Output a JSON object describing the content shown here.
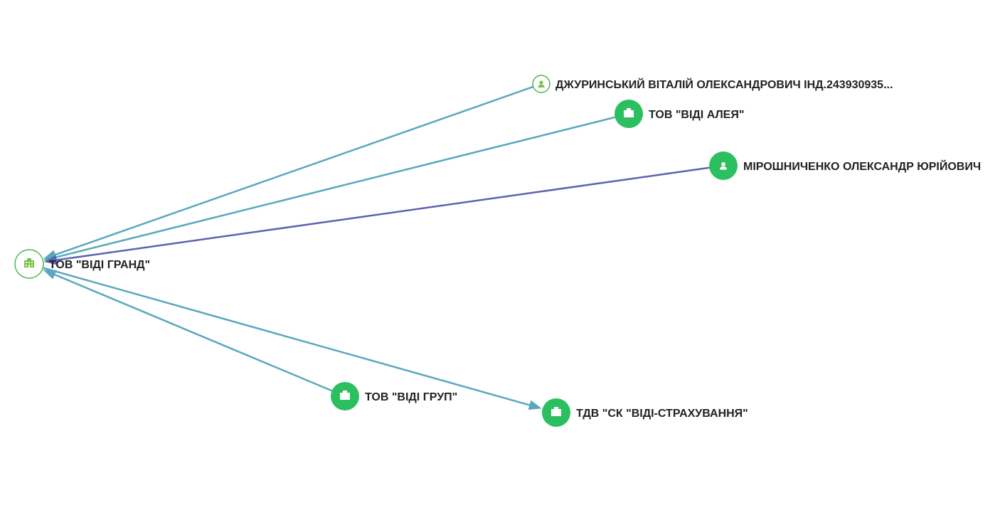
{
  "colors": {
    "company_fill": "#2bbf5f",
    "root_stroke": "#4cb84f",
    "root_icon": "#7bc144",
    "person_outline": "#4cb84f",
    "edge_teal": "#5aa8bd",
    "edge_indigo": "#5b63b0",
    "label": "#222222"
  },
  "nodes": [
    {
      "id": "vidi-grand",
      "name": "ТОВ \"ВІДІ ГРАНД\"",
      "type": "company",
      "style": "outlined",
      "icon": "building-icon"
    },
    {
      "id": "dzhurynskyi",
      "name": "ДЖУРИНСЬКИЙ ВІТАЛІЙ ОЛЕКСАНДРОВИЧ ІНД.243930935...",
      "type": "person",
      "style": "outlined",
      "icon": "person-icon"
    },
    {
      "id": "vidi-aleia",
      "name": "ТОВ \"ВІДІ АЛЕЯ\"",
      "type": "company",
      "style": "filled",
      "icon": "building-icon"
    },
    {
      "id": "miroshnychenko",
      "name": "МІРОШНИЧЕНКО ОЛЕКСАНДР ЮРІЙОВИЧ",
      "type": "person",
      "style": "filled",
      "icon": "person-icon"
    },
    {
      "id": "vidi-grup",
      "name": "ТОВ \"ВІДІ ГРУП\"",
      "type": "company",
      "style": "filled",
      "icon": "building-icon"
    },
    {
      "id": "ck-vidi-strakh",
      "name": "ТДВ \"СК \"ВІДІ-СТРАХУВАННЯ\"",
      "type": "company",
      "style": "filled",
      "icon": "building-icon"
    }
  ],
  "edges": [
    {
      "from": "dzhurynskyi",
      "to": "vidi-grand",
      "color": "teal"
    },
    {
      "from": "vidi-aleia",
      "to": "vidi-grand",
      "color": "teal"
    },
    {
      "from": "miroshnychenko",
      "to": "vidi-grand",
      "color": "indigo"
    },
    {
      "from": "vidi-grup",
      "to": "vidi-grand",
      "color": "teal"
    },
    {
      "from": "vidi-grand",
      "to": "ck-vidi-strakh",
      "color": "teal"
    }
  ]
}
